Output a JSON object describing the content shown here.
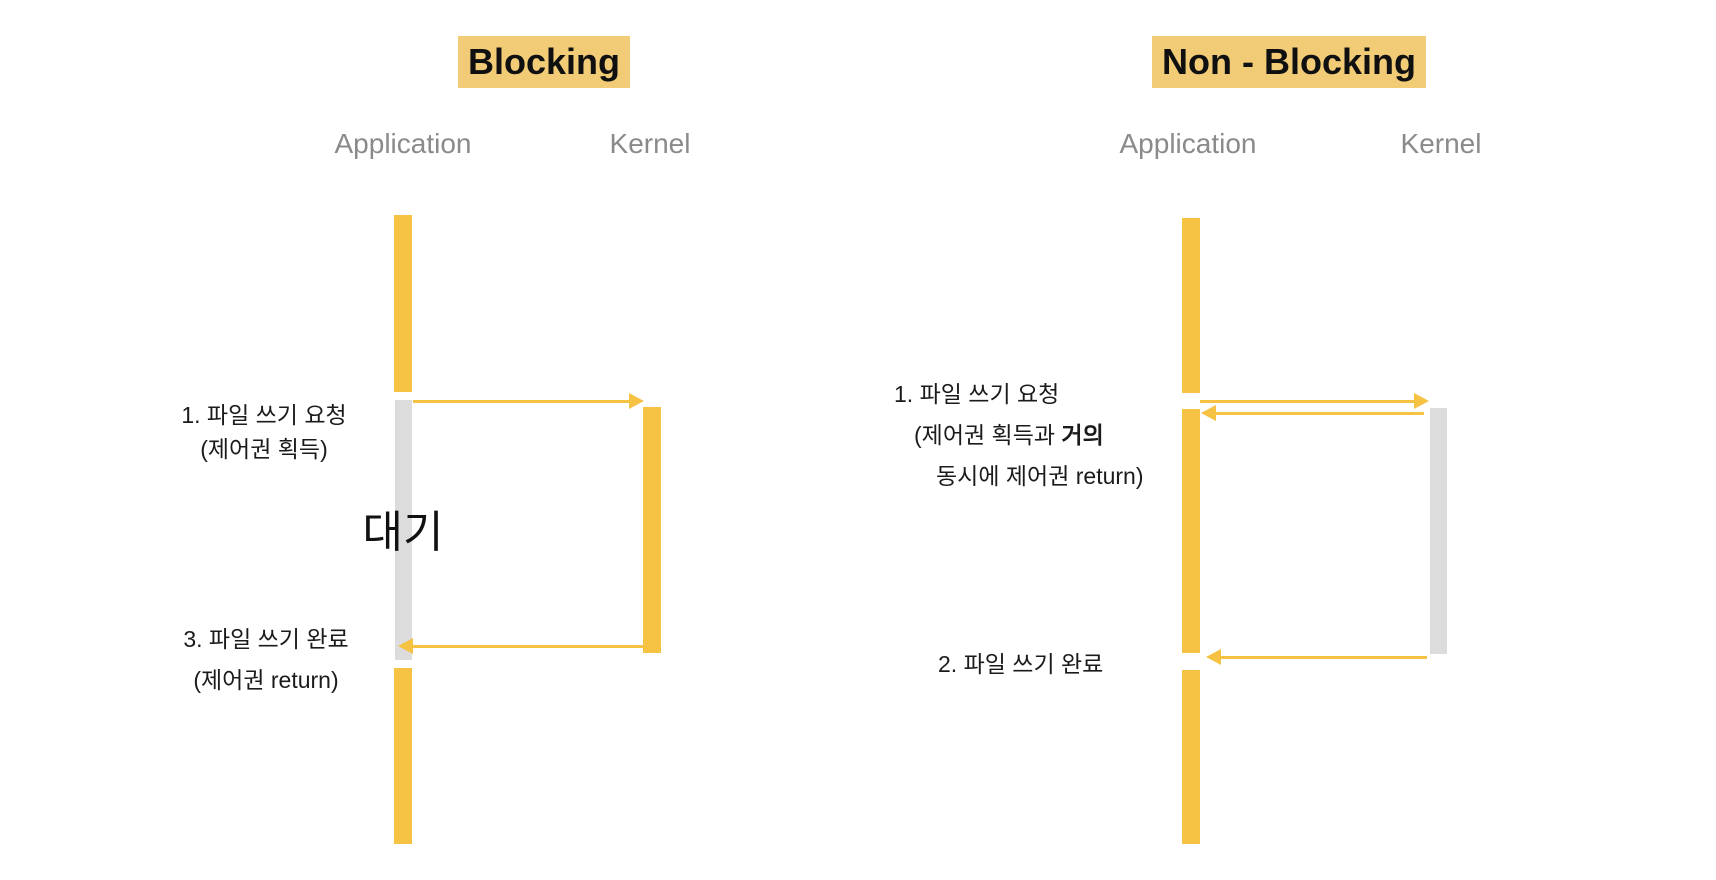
{
  "colors": {
    "bar_yellow": "#F5C243",
    "bar_gray": "#DCDCDC",
    "title_highlight": "#F1CB76",
    "label_gray": "#8A8A8A",
    "text": "#1B1B1B"
  },
  "blocking": {
    "title": "Blocking",
    "application_label": "Application",
    "kernel_label": "Kernel",
    "step_request": {
      "line1": "1. 파일 쓰기 요청",
      "line2": "(제어권 획득)"
    },
    "waiting_label": "대기",
    "step_complete": {
      "line1": "3. 파일 쓰기 완료",
      "line2": "(제어권 return)"
    }
  },
  "nonblocking": {
    "title": "Non - Blocking",
    "application_label": "Application",
    "kernel_label": "Kernel",
    "step_request": {
      "line1": "1. 파일 쓰기 요청",
      "line2_prefix": "(제어권 획득과 ",
      "line2_bold": "거의",
      "line3": "동시에 제어권 return)"
    },
    "step_complete": {
      "line1": "2. 파일 쓰기 완료"
    }
  }
}
